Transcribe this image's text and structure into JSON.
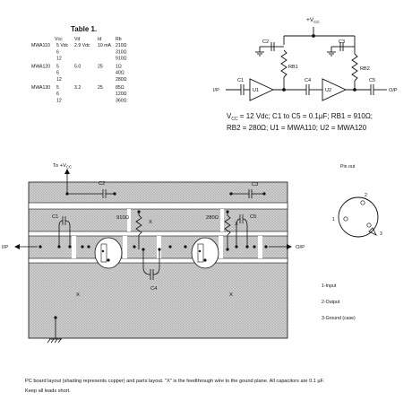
{
  "table": {
    "title": "Table 1.",
    "headers": [
      "Vcc",
      "Vd",
      "Id",
      "Rb"
    ],
    "rows": [
      [
        "MWA110",
        "5 Vdc",
        "2.9 Vdc",
        "10 mA",
        "210Ω"
      ],
      [
        "",
        "6",
        "",
        "",
        "310Ω"
      ],
      [
        "",
        "12",
        "",
        "",
        "910Ω"
      ],
      [
        "MWA120",
        "5",
        "5.0",
        "25",
        "1Ω"
      ],
      [
        "",
        "6",
        "",
        "",
        "40Ω"
      ],
      [
        "",
        "12",
        "",
        "",
        "280Ω"
      ],
      [
        "MWA130",
        "5",
        "3.2",
        "25",
        "85Ω"
      ],
      [
        "",
        "6",
        "",
        "",
        "120Ω"
      ],
      [
        "",
        "12",
        "",
        "",
        "360Ω"
      ]
    ]
  },
  "schematic": {
    "vcc": "+V",
    "vcc_sub": "CC",
    "c1": "C1",
    "c2": "C2",
    "c3": "C3",
    "c4": "C4",
    "c5": "C5",
    "rb1": "RB1",
    "rb2": "RB2",
    "u1": "U1",
    "u2": "U2",
    "input": "I/P",
    "output": "O/P",
    "eq_line1_a": "V",
    "eq_line1_sub": "CC",
    "eq_line1_b": " = 12 Vdc; C1 to C5 = 0.1µF; RB1 = 910Ω;",
    "eq_line2": "RB2 = 280Ω; U1 = MWA110; U2 = MWA120"
  },
  "pcb": {
    "to_vcc_a": "To +V",
    "to_vcc_sub": "CC",
    "c1": "C1",
    "c2": "C2",
    "c3": "C3",
    "c4": "C4",
    "c5": "C5",
    "r1": "910Ω",
    "r2": "280Ω",
    "feedthrough": "X",
    "input": "I/P",
    "output": "O/P"
  },
  "pinout": {
    "title": "Pin out",
    "pin1": "1",
    "pin2": "2",
    "pin3": "3",
    "legend1": "1-Input",
    "legend2": "2-Output",
    "legend3": "3-Ground (case)"
  },
  "caption": {
    "line1": "PC board layout (shading represents copper) and parts layout. \"X\" is the feedthrough wire to the gound plane. All capacitors are 0.1 µF.",
    "line2": "Keep all leads short."
  }
}
